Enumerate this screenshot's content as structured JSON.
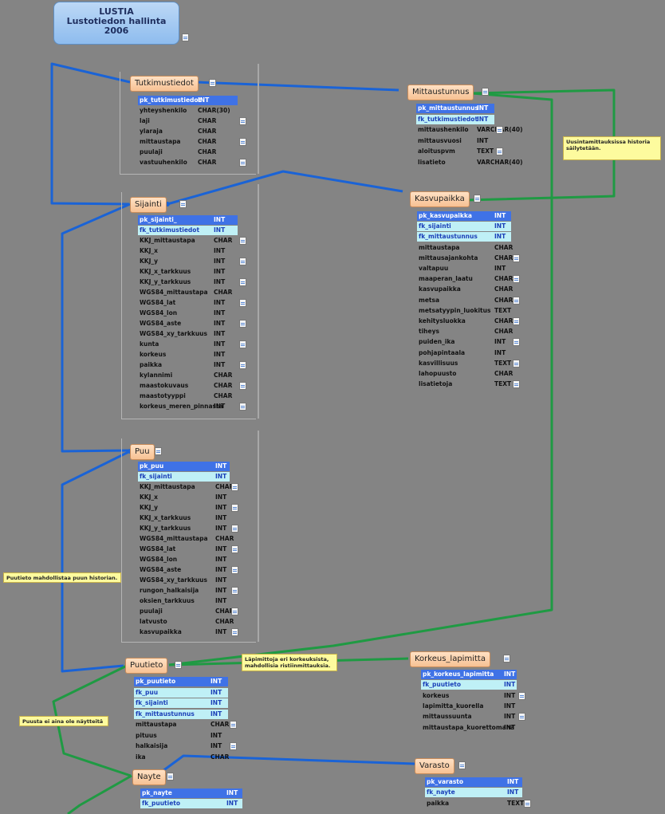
{
  "title": {
    "line1": "LUSTIA",
    "line2": "Lustotiedon hallinta",
    "line3": "2006"
  },
  "tables": {
    "tutkimustiedot": {
      "name": "Tutkimustiedot",
      "fields": [
        {
          "n": "pk_tutkimustiedot",
          "t": "INT",
          "k": "pk"
        },
        {
          "n": "yhteyshenkilo",
          "t": "CHAR(30)",
          "k": "plain"
        },
        {
          "n": "laji",
          "t": "CHAR",
          "k": "plain"
        },
        {
          "n": "ylaraja",
          "t": "CHAR",
          "k": "plain"
        },
        {
          "n": "mittaustapa",
          "t": "CHAR",
          "k": "plain"
        },
        {
          "n": "puulaji",
          "t": "CHAR",
          "k": "plain"
        },
        {
          "n": "vastuuhenkilo",
          "t": "CHAR",
          "k": "plain"
        }
      ]
    },
    "mittaustunnus": {
      "name": "Mittaustunnus",
      "fields": [
        {
          "n": "pk_mittaustunnus",
          "t": "INT",
          "k": "pk"
        },
        {
          "n": "fk_tutkimustiedot",
          "t": "INT",
          "k": "fk"
        },
        {
          "n": "mittaushenkilo",
          "t": "VARCHAR(40)",
          "k": "plain"
        },
        {
          "n": "mittausvuosi",
          "t": "INT",
          "k": "plain"
        },
        {
          "n": "aloituspvm",
          "t": "TEXT",
          "k": "plain"
        },
        {
          "n": "lisatieto",
          "t": "VARCHAR(40)",
          "k": "plain"
        }
      ]
    },
    "sijainti": {
      "name": "Sijainti",
      "fields": [
        {
          "n": "pk_sijainti_",
          "t": "INT",
          "k": "pk"
        },
        {
          "n": "fk_tutkimustiedot",
          "t": "INT",
          "k": "fk"
        },
        {
          "n": "KKJ_mittaustapa",
          "t": "CHAR",
          "k": "plain"
        },
        {
          "n": "KKJ_x",
          "t": "INT",
          "k": "plain"
        },
        {
          "n": "KKJ_y",
          "t": "INT",
          "k": "plain"
        },
        {
          "n": "KKJ_x_tarkkuus",
          "t": "INT",
          "k": "plain"
        },
        {
          "n": "KKJ_y_tarkkuus",
          "t": "INT",
          "k": "plain"
        },
        {
          "n": "WGS84_mittaustapa",
          "t": "CHAR",
          "k": "plain"
        },
        {
          "n": "WGS84_lat",
          "t": "INT",
          "k": "plain"
        },
        {
          "n": "WGS84_lon",
          "t": "INT",
          "k": "plain"
        },
        {
          "n": "WGS84_aste",
          "t": "INT",
          "k": "plain"
        },
        {
          "n": "WGS84_xy_tarkkuus",
          "t": "INT",
          "k": "plain"
        },
        {
          "n": "kunta",
          "t": "INT",
          "k": "plain"
        },
        {
          "n": "korkeus",
          "t": "INT",
          "k": "plain"
        },
        {
          "n": "paikka",
          "t": "INT",
          "k": "plain"
        },
        {
          "n": "kylannimi",
          "t": "CHAR",
          "k": "plain"
        },
        {
          "n": "maastokuvaus",
          "t": "CHAR",
          "k": "plain"
        },
        {
          "n": "maastotyyppi",
          "t": "CHAR",
          "k": "plain"
        },
        {
          "n": "korkeus_meren_pinnasta",
          "t": "INT",
          "k": "plain"
        }
      ]
    },
    "kasvupaikka": {
      "name": "Kasvupaikka",
      "fields": [
        {
          "n": "pk_kasvupaikka",
          "t": "INT",
          "k": "pk"
        },
        {
          "n": "fk_sijainti",
          "t": "INT",
          "k": "fk"
        },
        {
          "n": "fk_mittaustunnus",
          "t": "INT",
          "k": "fk"
        },
        {
          "n": "mittaustapa",
          "t": "CHAR",
          "k": "plain"
        },
        {
          "n": "mittausajankohta",
          "t": "CHAR",
          "k": "plain"
        },
        {
          "n": "valtapuu",
          "t": "INT",
          "k": "plain"
        },
        {
          "n": "maaperan_laatu",
          "t": "CHAR",
          "k": "plain"
        },
        {
          "n": "kasvupaikka",
          "t": "CHAR",
          "k": "plain"
        },
        {
          "n": "metsa",
          "t": "CHAR",
          "k": "plain"
        },
        {
          "n": "metsatyypin_luokitus",
          "t": "TEXT",
          "k": "plain"
        },
        {
          "n": "kehitysluokka",
          "t": "CHAR",
          "k": "plain"
        },
        {
          "n": "tiheys",
          "t": "CHAR",
          "k": "plain"
        },
        {
          "n": "puiden_ika",
          "t": "INT",
          "k": "plain"
        },
        {
          "n": "pohjapintaala",
          "t": "INT",
          "k": "plain"
        },
        {
          "n": "kasvillisuus",
          "t": "TEXT",
          "k": "plain"
        },
        {
          "n": "lahopuusto",
          "t": "CHAR",
          "k": "plain"
        },
        {
          "n": "lisatietoja",
          "t": "TEXT",
          "k": "plain"
        }
      ]
    },
    "puu": {
      "name": "Puu",
      "fields": [
        {
          "n": "pk_puu",
          "t": "INT",
          "k": "pk"
        },
        {
          "n": "fk_sijainti",
          "t": "INT",
          "k": "fk"
        },
        {
          "n": "KKJ_mittaustapa",
          "t": "CHAR",
          "k": "plain"
        },
        {
          "n": "KKJ_x",
          "t": "INT",
          "k": "plain"
        },
        {
          "n": "KKJ_y",
          "t": "INT",
          "k": "plain"
        },
        {
          "n": "KKJ_x_tarkkuus",
          "t": "INT",
          "k": "plain"
        },
        {
          "n": "KKJ_y_tarkkuus",
          "t": "INT",
          "k": "plain"
        },
        {
          "n": "WGS84_mittaustapa",
          "t": "CHAR",
          "k": "plain"
        },
        {
          "n": "WGS84_lat",
          "t": "INT",
          "k": "plain"
        },
        {
          "n": "WGS84_lon",
          "t": "INT",
          "k": "plain"
        },
        {
          "n": "WGS84_aste",
          "t": "INT",
          "k": "plain"
        },
        {
          "n": "WGS84_xy_tarkkuus",
          "t": "INT",
          "k": "plain"
        },
        {
          "n": "rungon_halkaisija",
          "t": "INT",
          "k": "plain"
        },
        {
          "n": "oksien_tarkkuus",
          "t": "INT",
          "k": "plain"
        },
        {
          "n": "puulaji",
          "t": "CHAR",
          "k": "plain"
        },
        {
          "n": "latvusto",
          "t": "CHAR",
          "k": "plain"
        },
        {
          "n": "kasvupaikka",
          "t": "INT",
          "k": "plain"
        }
      ]
    },
    "puutieto": {
      "name": "Puutieto",
      "fields": [
        {
          "n": "pk_puutieto",
          "t": "INT",
          "k": "pk"
        },
        {
          "n": "fk_puu",
          "t": "INT",
          "k": "fk"
        },
        {
          "n": "fk_sijainti",
          "t": "INT",
          "k": "fk"
        },
        {
          "n": "fk_mittaustunnus",
          "t": "INT",
          "k": "fk"
        },
        {
          "n": "mittaustapa",
          "t": "CHAR",
          "k": "plain"
        },
        {
          "n": "pituus",
          "t": "INT",
          "k": "plain"
        },
        {
          "n": "halkaisija",
          "t": "INT",
          "k": "plain"
        },
        {
          "n": "ika",
          "t": "CHAR",
          "k": "plain"
        }
      ]
    },
    "korkeus": {
      "name": "Korkeus_lapimitta",
      "fields": [
        {
          "n": "pk_korkeus_lapimitta",
          "t": "INT",
          "k": "pk"
        },
        {
          "n": "fk_puutieto",
          "t": "INT",
          "k": "fk"
        },
        {
          "n": "korkeus",
          "t": "INT",
          "k": "plain"
        },
        {
          "n": "lapimitta_kuorella",
          "t": "INT",
          "k": "plain"
        },
        {
          "n": "mittaussuunta",
          "t": "INT",
          "k": "plain"
        },
        {
          "n": "mittaustapa_kuorettomana",
          "t": "INT",
          "k": "plain"
        }
      ]
    },
    "nayte": {
      "name": "Nayte",
      "fields": [
        {
          "n": "pk_nayte",
          "t": "INT",
          "k": "pk"
        },
        {
          "n": "fk_puutieto",
          "t": "INT",
          "k": "fk"
        }
      ]
    },
    "varasto": {
      "name": "Varasto",
      "fields": [
        {
          "n": "pk_varasto",
          "t": "INT",
          "k": "pk"
        },
        {
          "n": "fk_nayte",
          "t": "INT",
          "k": "fk"
        },
        {
          "n": "paikka",
          "t": "TEXT",
          "k": "plain"
        }
      ]
    }
  },
  "notes": {
    "uusinta": "Uusintamittauksissa historia säilytetään.",
    "puutieto": "Puutieto mahdollistaa puun historian.",
    "lapimittoja": "Läpimittoja eri korkeuksista, mahdollisia ristiinmittauksia.",
    "puusta": "Puusta ei aina ole näytteitä"
  },
  "colors": {
    "relation_blue": "#1a63d6",
    "relation_green": "#1f9a43",
    "pk": "#3f72e6",
    "fk": "#bff0f6"
  }
}
